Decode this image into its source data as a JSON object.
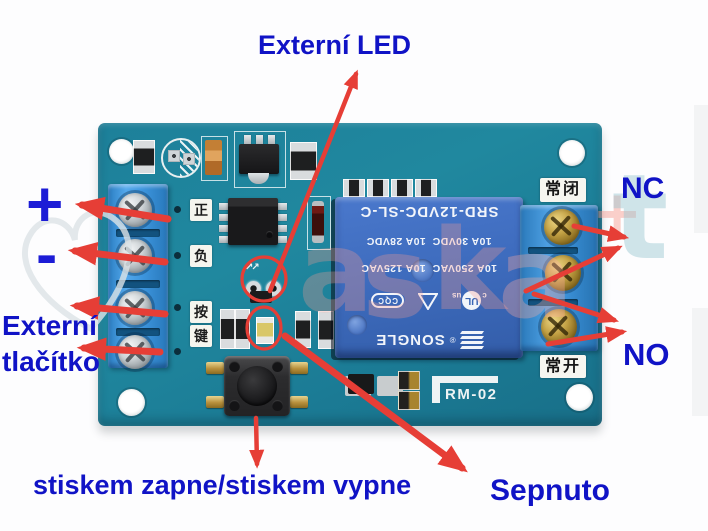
{
  "annotations": {
    "externi_led": "Externí LED",
    "plus": "+",
    "minus": "-",
    "externi_tlacitko_line1": "Externí",
    "externi_tlacitko_line2": "tlačítko",
    "nc": "NC",
    "no": "NO",
    "stiskem": "stiskem zapne/stiskem vypne",
    "sepnuto": "Sepnuto",
    "text_color": "#1013c6",
    "arrow_color": "#e63e36"
  },
  "pcb": {
    "color": "#1f8099",
    "terminal_labels": [
      "正",
      "负",
      "按",
      "键"
    ],
    "contact_nc": "常闭",
    "contact_no": "常开",
    "model_marking": "RM-02"
  },
  "relay": {
    "color": "#3f6dbd",
    "part_number": "SRD-12VDC-SL-C",
    "rating_ac": "10A 250VAC  10A 125VAC",
    "rating_dc": "10A 30VDC  10A 28VDC",
    "brand": "SONGLE",
    "reg_mark": "®",
    "cert_ul": "UL",
    "cert_ul_c": "c",
    "cert_ul_us": "us",
    "cert_cqc": "CQC"
  },
  "watermark": {
    "letters": [
      "a",
      "s",
      "k",
      "a",
      "t"
    ],
    "plus": "+"
  }
}
